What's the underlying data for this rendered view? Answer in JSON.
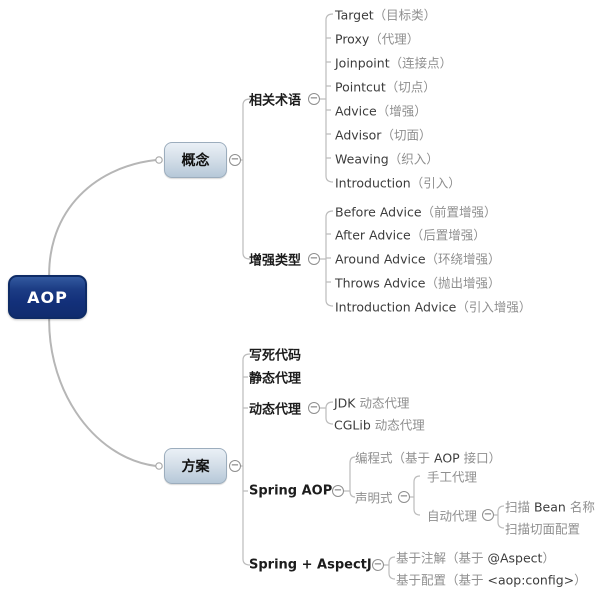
{
  "root": {
    "label": "AOP"
  },
  "concept": {
    "label": "概念",
    "terms": {
      "label": "相关术语",
      "items": [
        {
          "en": "Target",
          "zh": "（目标类）"
        },
        {
          "en": "Proxy",
          "zh": "（代理）"
        },
        {
          "en": "Joinpoint",
          "zh": "（连接点）"
        },
        {
          "en": "Pointcut",
          "zh": "（切点）"
        },
        {
          "en": "Advice",
          "zh": "（增强）"
        },
        {
          "en": "Advisor",
          "zh": "（切面）"
        },
        {
          "en": "Weaving",
          "zh": "（织入）"
        },
        {
          "en": "Introduction",
          "zh": "（引入）"
        }
      ]
    },
    "advice_types": {
      "label": "增强类型",
      "items": [
        {
          "en": "Before Advice",
          "zh": "（前置增强）"
        },
        {
          "en": "After Advice",
          "zh": "（后置增强）"
        },
        {
          "en": "Around Advice",
          "zh": "（环绕增强）"
        },
        {
          "en": "Throws Advice",
          "zh": "（抛出增强）"
        },
        {
          "en": "Introduction Advice",
          "zh": "（引入增强）"
        }
      ]
    }
  },
  "solution": {
    "label": "方案",
    "hardcoded_label": "写死代码",
    "static_proxy_label": "静态代理",
    "dynamic_proxy": {
      "label": "动态代理",
      "items": [
        {
          "en": "JDK ",
          "zh": "动态代理"
        },
        {
          "en": "CGLib ",
          "zh": "动态代理"
        }
      ]
    },
    "spring_aop": {
      "label": "Spring AOP",
      "programmatic": {
        "zh1": "编程式（基于 ",
        "en": "AOP",
        "zh2": " 接口）"
      },
      "declarative": {
        "label": "声明式",
        "manual_label": "手工代理",
        "auto": {
          "label": "自动代理",
          "scan_bean": {
            "zh1": "扫描 ",
            "en": "Bean",
            "zh2": " 名称"
          },
          "scan_aspect_label": "扫描切面配置"
        }
      }
    },
    "spring_aspectj": {
      "label": "Spring + AspectJ",
      "by_annotation": {
        "zh1": "基于注解（基于 ",
        "en": "@Aspect",
        "zh2": "）"
      },
      "by_config": {
        "zh1": "基于配置（基于 ",
        "en": "<aop:config>",
        "zh2": "）"
      }
    }
  },
  "ui": {
    "collapse_glyph": "−"
  },
  "colors": {
    "root_fill": "#13307a",
    "root_border": "#0e2b66",
    "branch_fill_top": "#eaf0f6",
    "branch_fill_bottom": "#b6c8d8",
    "branch_border": "#9cadbd",
    "line": "#bcbcbc",
    "text_dark": "#3c3c3c",
    "text_light": "#8f8f8f"
  }
}
